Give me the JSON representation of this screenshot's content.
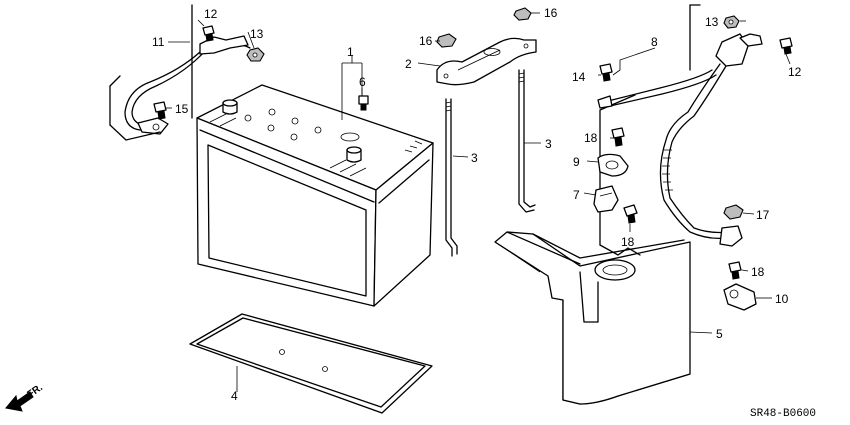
{
  "diagram": {
    "drawing_code": "SR48-B0600",
    "front_marker": "FR.",
    "callouts": [
      {
        "id": "c1",
        "text": "1"
      },
      {
        "id": "c2",
        "text": "2"
      },
      {
        "id": "c3a",
        "text": "3"
      },
      {
        "id": "c3b",
        "text": "3"
      },
      {
        "id": "c4",
        "text": "4"
      },
      {
        "id": "c5",
        "text": "5"
      },
      {
        "id": "c6",
        "text": "6"
      },
      {
        "id": "c7",
        "text": "7"
      },
      {
        "id": "c8",
        "text": "8"
      },
      {
        "id": "c9",
        "text": "9"
      },
      {
        "id": "c10",
        "text": "10"
      },
      {
        "id": "c11",
        "text": "11"
      },
      {
        "id": "c12a",
        "text": "12"
      },
      {
        "id": "c12b",
        "text": "12"
      },
      {
        "id": "c13a",
        "text": "13"
      },
      {
        "id": "c13b",
        "text": "13"
      },
      {
        "id": "c14",
        "text": "14"
      },
      {
        "id": "c15",
        "text": "15"
      },
      {
        "id": "c16a",
        "text": "16"
      },
      {
        "id": "c16b",
        "text": "16"
      },
      {
        "id": "c17",
        "text": "17"
      },
      {
        "id": "c18a",
        "text": "18"
      },
      {
        "id": "c18b",
        "text": "18"
      },
      {
        "id": "c18c",
        "text": "18"
      }
    ]
  }
}
